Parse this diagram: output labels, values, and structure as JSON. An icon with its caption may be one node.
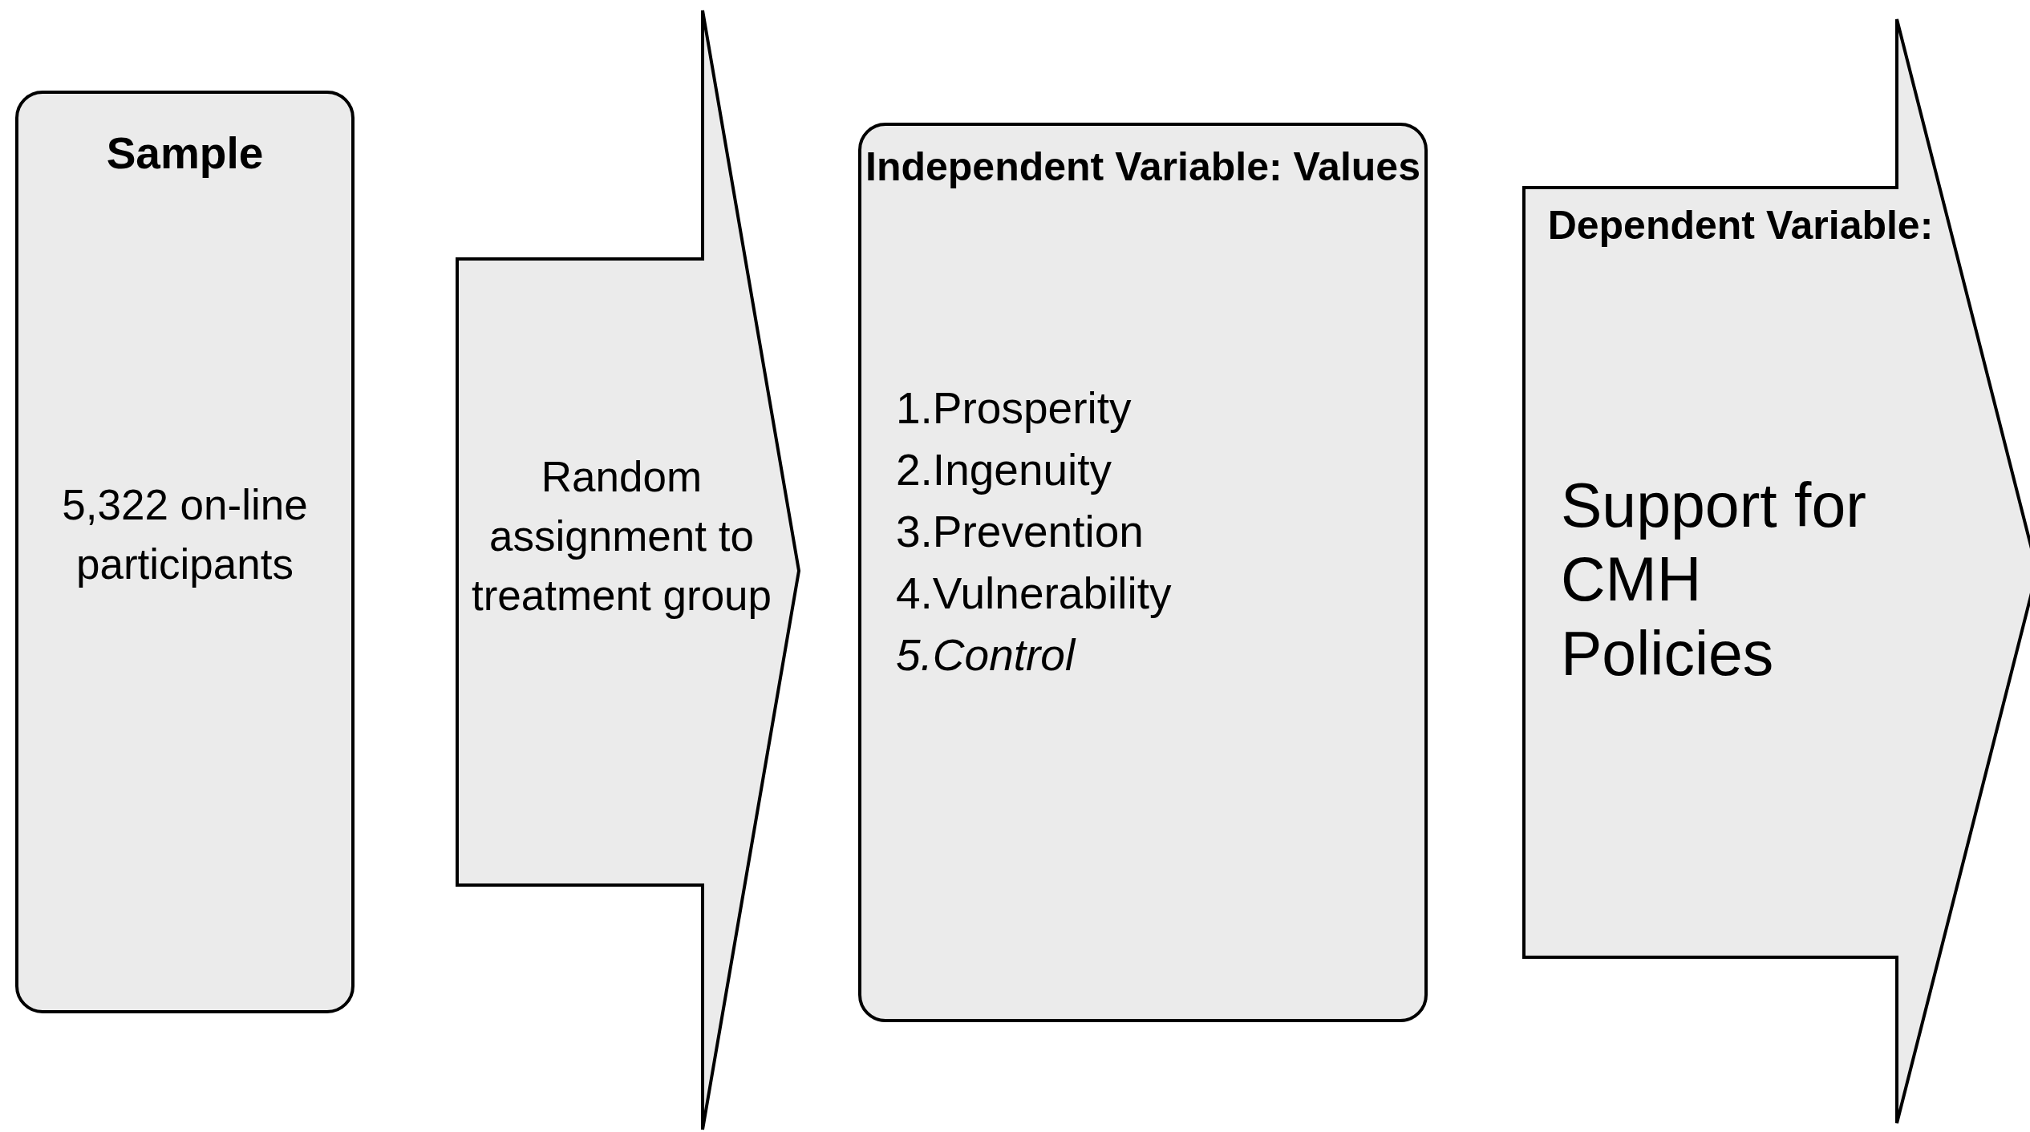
{
  "diagram": {
    "nodes": [
      {
        "text": [
          "Sample",
          "5,322 on-line participants"
        ]
      },
      {
        "text": [
          "Random assignment to treatment group"
        ]
      },
      {
        "text": [
          "Independent Variable: Values",
          "1.Prosperity 2.Ingenuity 3.Prevention 4.Vulnerability *5.Control*"
        ]
      },
      {
        "text": [
          "Dependent Variable:",
          "Support for CMH Policies"
        ]
      }
    ]
  }
}
